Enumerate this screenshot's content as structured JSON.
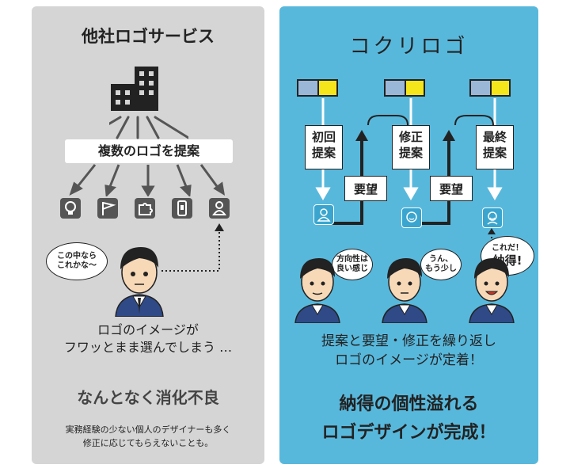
{
  "left": {
    "title": "他社ロゴサービス",
    "proposal_label": "複数のロゴを提案",
    "icons": [
      "bulb-icon",
      "flag-icon",
      "puzzle-icon",
      "phone-icon",
      "person-icon"
    ],
    "thought": "この中なら\nこれかな～",
    "caption_line1": "ロゴのイメージが",
    "caption_line2": "フワッとまま選んでしまう …",
    "headline": "なんとなく消化不良",
    "note_line1": "実務経験の少ない個人のデザイナーも多く",
    "note_line2": "修正に応じてもらえないことも。"
  },
  "right": {
    "title": "コクリロゴ",
    "step1": "初回\n提案",
    "step2": "修正\n提案",
    "step3": "最終\n提案",
    "request1": "要望",
    "request2": "要望",
    "bubble1": "方向性は\n良い感じ",
    "bubble2": "うん、\nもう少し",
    "bubble3_line1": "これだ！",
    "bubble3_line2": "納得!",
    "caption_line1": "提案と要望・修正を繰り返し",
    "caption_line2": "ロゴのイメージが定着！",
    "headline_line1": "納得の個性溢れる",
    "headline_line2": "ロゴデザインが完成！"
  },
  "colors": {
    "left_bg": "#d5d5d6",
    "right_bg": "#58b8dc",
    "monitor_blue": "#9bb7d8",
    "monitor_yellow": "#f5e51b"
  }
}
